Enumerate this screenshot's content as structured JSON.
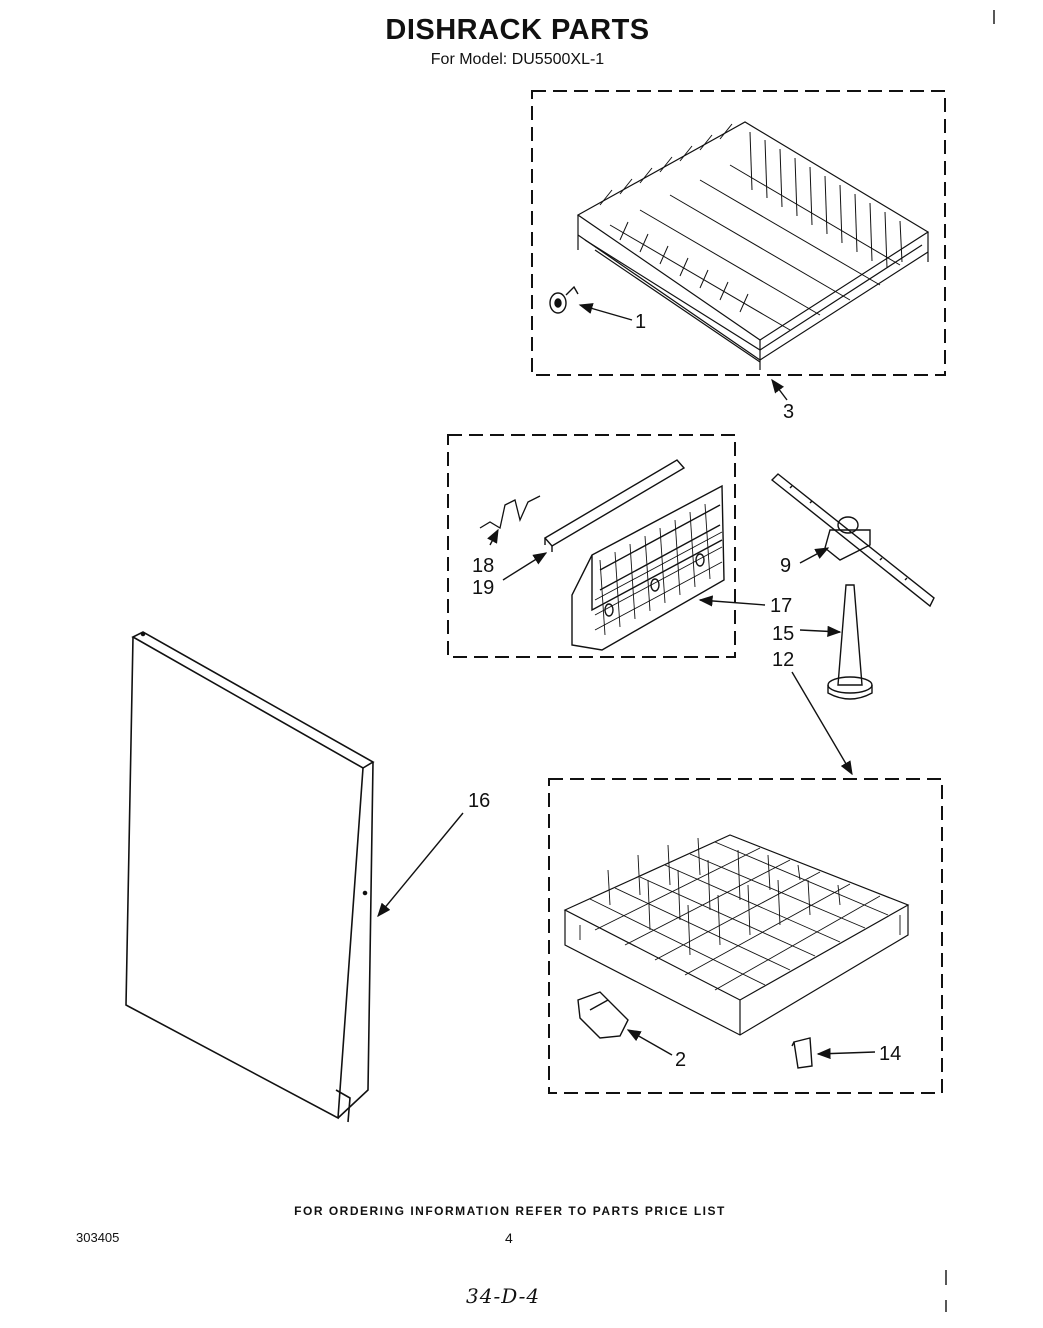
{
  "title": "DISHRACK PARTS",
  "subtitle": "For Model: DU5500XL-1",
  "footer": "FOR ORDERING INFORMATION REFER TO PARTS PRICE LIST",
  "doc_code": "303405",
  "page_number": "4",
  "handwritten_note": "34-D-4",
  "callouts": [
    {
      "id": "c1",
      "label": "1"
    },
    {
      "id": "c3",
      "label": "3"
    },
    {
      "id": "c18",
      "label": "18"
    },
    {
      "id": "c19",
      "label": "19"
    },
    {
      "id": "c9",
      "label": "9"
    },
    {
      "id": "c17",
      "label": "17"
    },
    {
      "id": "c15",
      "label": "15"
    },
    {
      "id": "c12",
      "label": "12"
    },
    {
      "id": "c16",
      "label": "16"
    },
    {
      "id": "c2",
      "label": "2"
    },
    {
      "id": "c14",
      "label": "14"
    }
  ]
}
